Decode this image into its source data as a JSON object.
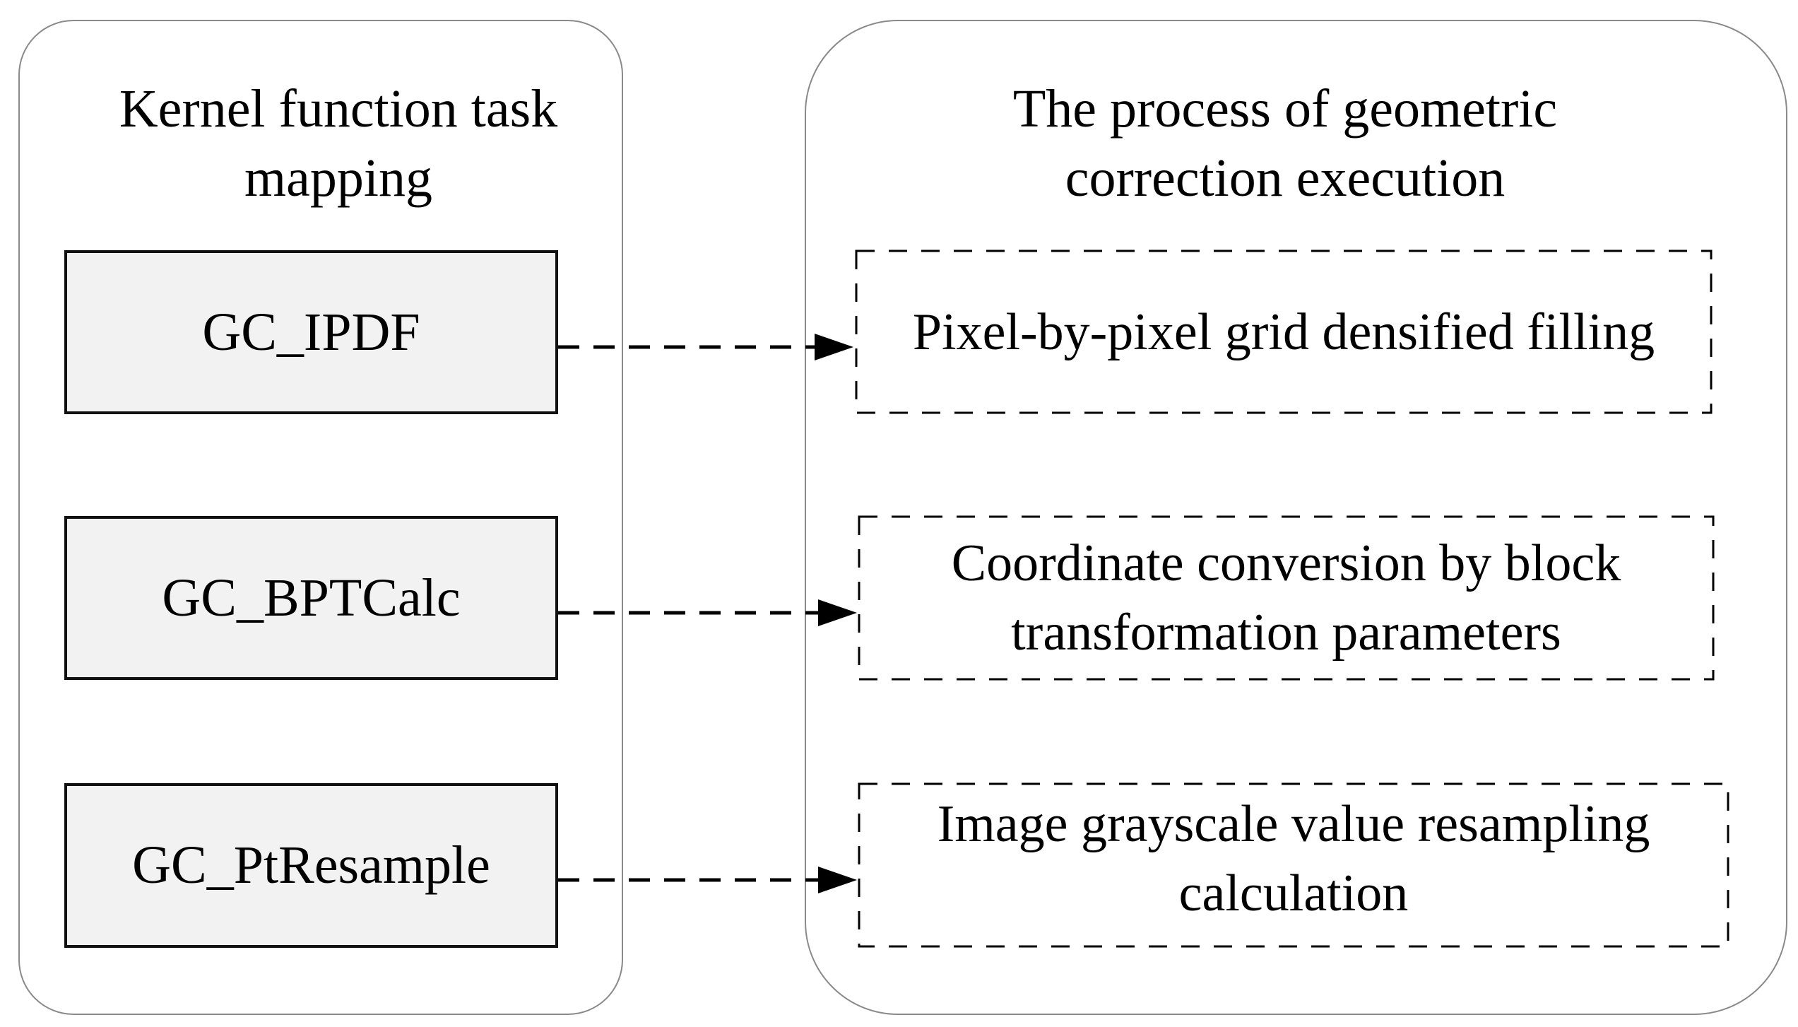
{
  "left_panel": {
    "title_lines": [
      "Kernel function task",
      "mapping"
    ],
    "kernels": [
      "GC_IPDF",
      "GC_BPTCalc",
      "GC_PtResample"
    ]
  },
  "right_panel": {
    "title_lines": [
      "The process of geometric",
      "correction execution"
    ],
    "steps": [
      {
        "lines": [
          "Pixel-by-pixel grid densified filling"
        ]
      },
      {
        "lines": [
          "Coordinate conversion by block",
          "transformation parameters"
        ]
      },
      {
        "lines": [
          "Image grayscale value resampling",
          "calculation"
        ]
      }
    ]
  },
  "colors": {
    "panel_border": "#8a8a8a",
    "kernel_fill": "#f2f2f2",
    "line": "#000000"
  }
}
